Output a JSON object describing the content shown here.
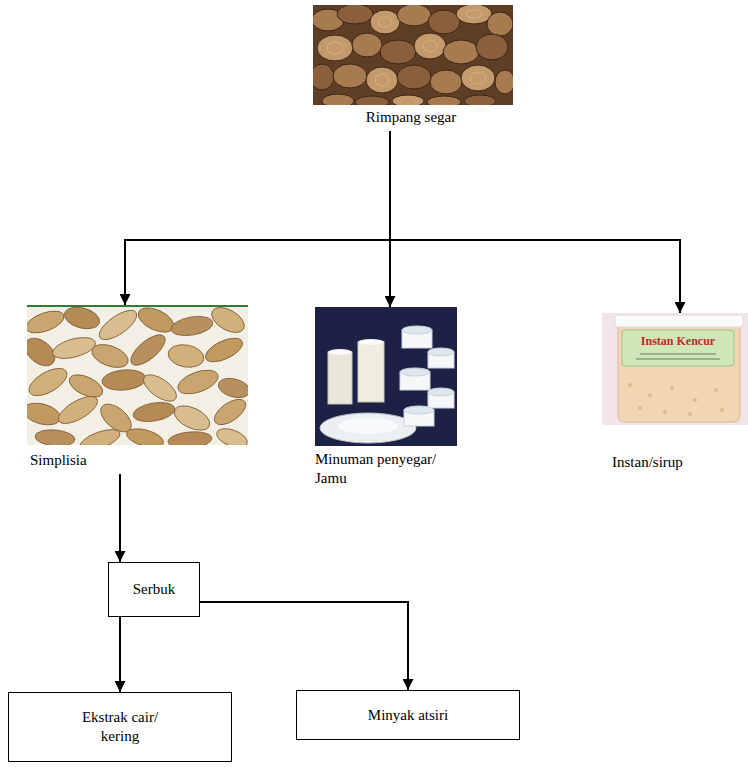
{
  "diagram": {
    "nodes": [
      {
        "text": [
          "Rimpang segar"
        ]
      },
      {
        "text": [
          "Simplisia"
        ]
      },
      {
        "text": [
          "Minuman penyegar/ Jamu"
        ]
      },
      {
        "text": [
          "Instan/sirup"
        ]
      },
      {
        "text": [
          "Serbuk"
        ]
      },
      {
        "text": [
          "Ekstrak cair/ kering"
        ]
      },
      {
        "text": [
          "Minyak atsiri"
        ]
      }
    ],
    "edges": [
      {
        "from": 0,
        "to": 1,
        "arrow": "to"
      },
      {
        "from": 0,
        "to": 2,
        "arrow": "to"
      },
      {
        "from": 0,
        "to": 3,
        "arrow": "to"
      },
      {
        "from": 1,
        "to": 4,
        "arrow": "to"
      },
      {
        "from": 4,
        "to": 5,
        "arrow": "to"
      },
      {
        "from": 4,
        "to": 6,
        "arrow": "to"
      }
    ],
    "labels": [
      "Instan Kencur"
    ]
  }
}
